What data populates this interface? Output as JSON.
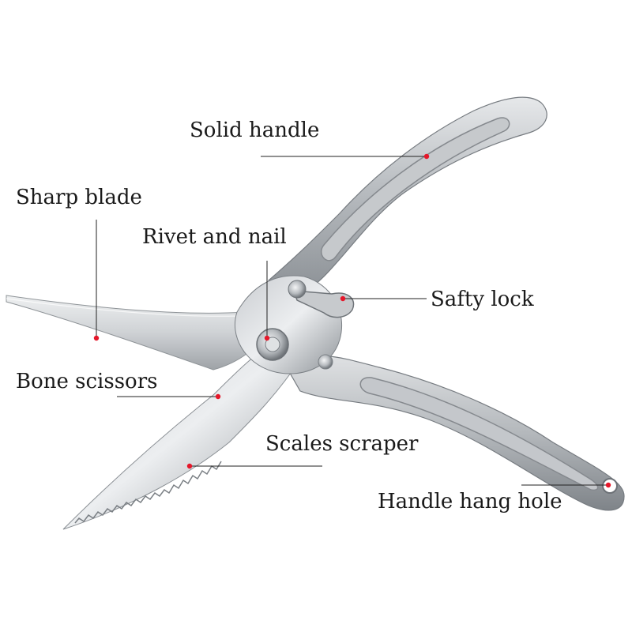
{
  "colors": {
    "background": "#ffffff",
    "leader_line": "#222222",
    "marker_dot": "#e5172a",
    "steel_light": "#d9dbdd",
    "steel_mid": "#aeb2b6",
    "steel_dark": "#7c8186"
  },
  "callouts": {
    "solid_handle": "Solid handle",
    "sharp_blade": "Sharp blade",
    "rivet_and_nail": "Rivet and nail",
    "safty_lock": "Safty lock",
    "bone_scissors": "Bone scissors",
    "scales_scraper": "Scales scraper",
    "handle_hang_hole": "Handle hang hole"
  }
}
